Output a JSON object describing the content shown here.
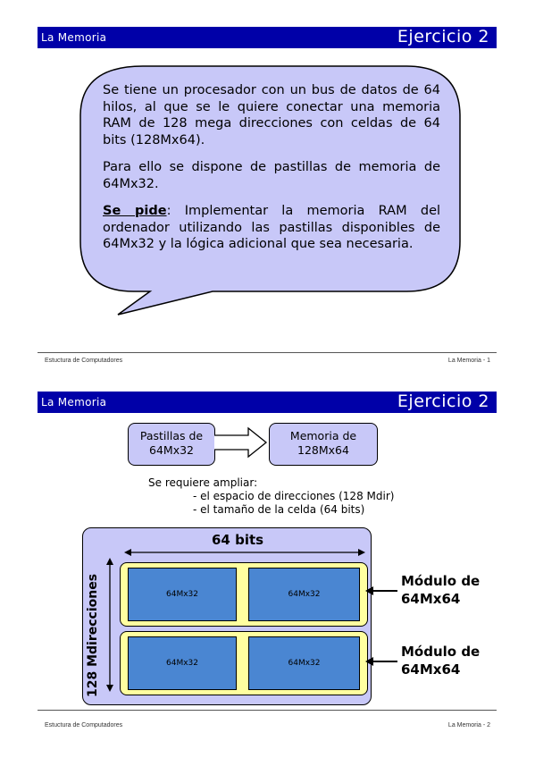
{
  "slide1": {
    "header_left": "La Memoria",
    "header_right": "Ejercicio 2",
    "para1": "Se tiene un procesador con un bus de datos de 64 hilos, al que se le quiere conectar una memoria RAM de 128 mega direcciones con celdas de 64 bits (128Mx64).",
    "para2": "Para ello se dispone de pastillas de memoria de 64Mx32.",
    "para3_lead": "Se pide",
    "para3_rest": ": Implementar la memoria RAM del ordenador utilizando las pastillas disponibles de 64Mx32 y la lógica adicional que sea necesaria.",
    "footer_left": "Estuctura de Computadores",
    "footer_right": "La Memoria - 1"
  },
  "slide2": {
    "header_left": "La Memoria",
    "header_right": "Ejercicio 2",
    "box_left_line1": "Pastillas de",
    "box_left_line2": "64Mx32",
    "box_right_line1": "Memoria de",
    "box_right_line2": "128Mx64",
    "req_title": "Se requiere ampliar:",
    "req_item1": "- el espacio de direcciones (128 Mdir)",
    "req_item2": "- el tamaño de la celda (64 bits)",
    "bits_label": "64 bits",
    "mdir_label": "128 Mdirecciones",
    "chips": [
      "64Mx32",
      "64Mx32",
      "64Mx32",
      "64Mx32"
    ],
    "module1_line1": "Módulo de",
    "module1_line2": "64Mx64",
    "module2_line1": "Módulo de",
    "module2_line2": "64Mx64",
    "footer_left": "Estuctura de Computadores",
    "footer_right": "La Memoria - 2"
  },
  "colors": {
    "header_bg": "#0000a8",
    "bubble_fill": "#c8c8f8",
    "module_fill": "#ffffa0",
    "chip_fill": "#4a86d2"
  }
}
